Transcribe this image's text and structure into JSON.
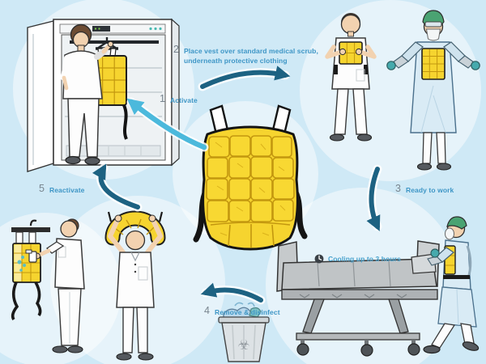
{
  "steps": [
    {
      "number": "1",
      "label": "Activate"
    },
    {
      "number": "2",
      "label": "Place vest over standard medical scrub, underneath protective clothing"
    },
    {
      "number": "3",
      "label": "Ready to work"
    },
    {
      "number": "4",
      "label": "Remove & disinfect"
    },
    {
      "number": "5",
      "label": "Reactivate"
    }
  ],
  "cooling_note": {
    "label": "Cooling up to 3 hours"
  },
  "icons": {
    "biohazard_glyph": "☣",
    "clock": "clock-icon",
    "arrows": [
      "arrow-step1-icon",
      "arrow-step2-icon",
      "arrow-step3-icon",
      "arrow-step4-icon",
      "arrow-step5-icon"
    ]
  },
  "colors": {
    "background": "#cfe9f6",
    "arrow_dark": "#1d6282",
    "arrow_light": "#4cb9dc",
    "step_number": "#79858f",
    "step_label": "#3e96c6",
    "vest_yellow": "#f6d42f",
    "cap_green": "#4aa372",
    "glove_teal": "#46aaad",
    "apron_blue": "#d9ebf5"
  }
}
